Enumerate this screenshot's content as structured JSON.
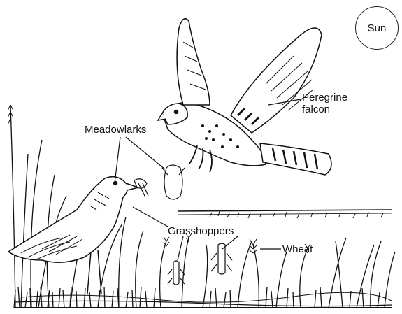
{
  "labels": {
    "sun": "Sun",
    "falcon_line1": "Peregrine",
    "falcon_line2": "falcon",
    "meadowlarks": "Meadowlarks",
    "grasshoppers": "Grasshoppers",
    "wheat": "Wheat"
  },
  "icons": [
    "sun-circle",
    "peregrine-falcon-drawing",
    "meadowlark-drawing",
    "grasshopper-drawing",
    "wheat-drawing"
  ],
  "colors": {
    "ink": "#111111",
    "background": "#ffffff"
  }
}
